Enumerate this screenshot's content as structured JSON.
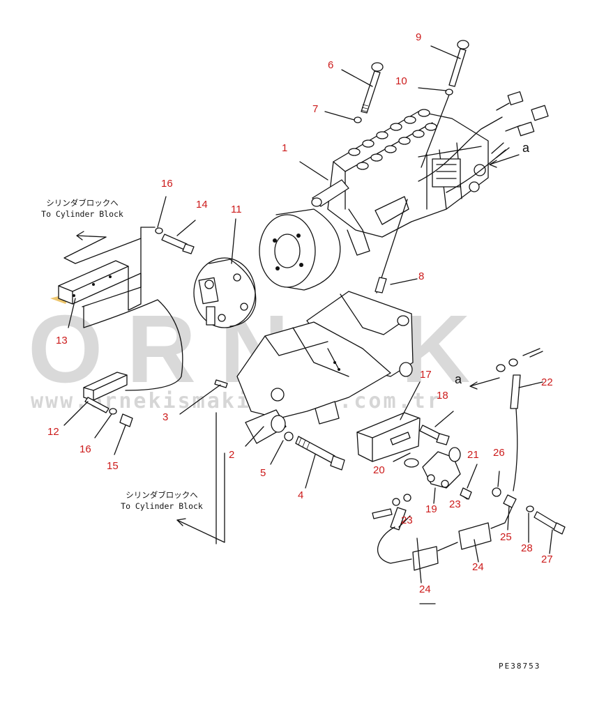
{
  "diagram": {
    "part_numbers": [
      {
        "id": "n1",
        "text": "1"
      },
      {
        "id": "n2",
        "text": "2"
      },
      {
        "id": "n3",
        "text": "3"
      },
      {
        "id": "n4",
        "text": "4"
      },
      {
        "id": "n5",
        "text": "5"
      },
      {
        "id": "n6",
        "text": "6"
      },
      {
        "id": "n7",
        "text": "7"
      },
      {
        "id": "n8",
        "text": "8"
      },
      {
        "id": "n9",
        "text": "9"
      },
      {
        "id": "n10",
        "text": "10"
      },
      {
        "id": "n11",
        "text": "11"
      },
      {
        "id": "n12",
        "text": "12"
      },
      {
        "id": "n13",
        "text": "13"
      },
      {
        "id": "n14",
        "text": "14"
      },
      {
        "id": "n15",
        "text": "15"
      },
      {
        "id": "n16a",
        "text": "16"
      },
      {
        "id": "n16b",
        "text": "16"
      },
      {
        "id": "n17",
        "text": "17"
      },
      {
        "id": "n18",
        "text": "18"
      },
      {
        "id": "n19",
        "text": "19"
      },
      {
        "id": "n20",
        "text": "20"
      },
      {
        "id": "n21",
        "text": "21"
      },
      {
        "id": "n22",
        "text": "22"
      },
      {
        "id": "n23a",
        "text": "23"
      },
      {
        "id": "n23b",
        "text": "23"
      },
      {
        "id": "n24a",
        "text": "24"
      },
      {
        "id": "n24b",
        "text": "24"
      },
      {
        "id": "n25",
        "text": "25"
      },
      {
        "id": "n26",
        "text": "26"
      },
      {
        "id": "n27",
        "text": "27"
      },
      {
        "id": "n28",
        "text": "28"
      }
    ],
    "callouts": {
      "top": {
        "jp": "シリンダブロックへ",
        "en": "To Cylinder Block"
      },
      "bottom": {
        "jp": "シリンダブロックへ",
        "en": "To Cylinder Block"
      }
    },
    "connection_marks": {
      "upper": "a",
      "lower": "a"
    },
    "drawing_code": "PE38753"
  },
  "watermark": {
    "brand": "ORNEK",
    "url": "www.ornekismakinalari.com.tr"
  },
  "colors": {
    "part_number": "#cc1a1a",
    "line": "#111111",
    "watermark": "#d9d9d9",
    "watermark_accent": "#e8b84a"
  }
}
